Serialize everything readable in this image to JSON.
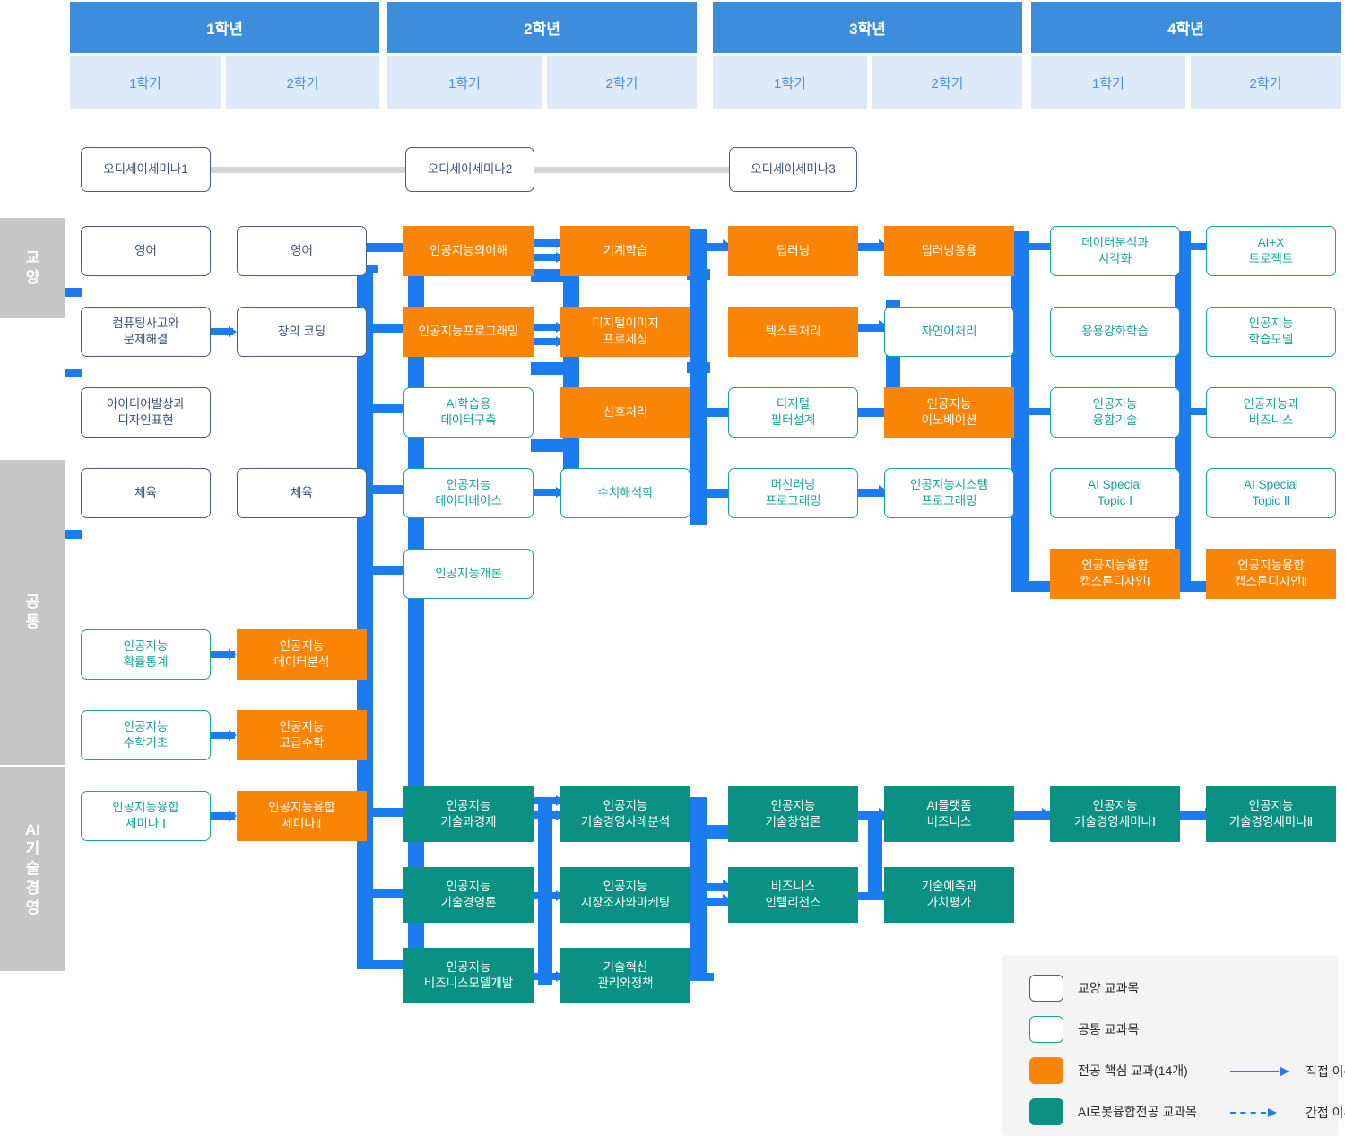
{
  "header": {
    "years": [
      {
        "label": "1학년",
        "semesters": [
          "1학기",
          "2학기"
        ]
      },
      {
        "label": "2학년",
        "semesters": [
          "1학기",
          "2학기"
        ]
      },
      {
        "label": "3학년",
        "semesters": [
          "1학기",
          "2학기"
        ]
      },
      {
        "label": "4학년",
        "semesters": [
          "1학기",
          "2학기"
        ]
      }
    ]
  },
  "categories": [
    {
      "id": "liberal",
      "label": "교양",
      "chars": [
        "교",
        "양"
      ]
    },
    {
      "id": "common",
      "label": "공통",
      "chars": [
        "공",
        "통"
      ]
    },
    {
      "id": "ai-mot",
      "label": "AI 기술경영",
      "chars": [
        "AI",
        "기",
        "술",
        "경",
        "영"
      ]
    }
  ],
  "seminars": [
    {
      "label": "오디세이세미나1"
    },
    {
      "label": "오디세이세미나2"
    },
    {
      "label": "오디세이세미나3"
    }
  ],
  "courses": {
    "y1s1": [
      {
        "label": "영어",
        "type": "gy"
      },
      {
        "label": "컴퓨팅사고와\n문제해결",
        "type": "gy"
      },
      {
        "label": "아이디어발상과\n디자인표현",
        "type": "gy"
      },
      {
        "label": "체육",
        "type": "gy"
      },
      {
        "label": "인공지능\n확률통계",
        "type": "gt"
      },
      {
        "label": "인공지능\n수학기초",
        "type": "gt"
      },
      {
        "label": "인공지능융합\n세미나 Ⅰ",
        "type": "gt"
      }
    ],
    "y1s2": [
      {
        "label": "영어",
        "type": "gy"
      },
      {
        "label": "창의 코딩",
        "type": "gy"
      },
      {
        "label": "체육",
        "type": "gy"
      },
      {
        "label": "인공지능\n데이터분석",
        "type": "or"
      },
      {
        "label": "인공지능\n고급수학",
        "type": "or"
      },
      {
        "label": "인공지능융합\n세미나Ⅱ",
        "type": "or"
      }
    ],
    "y2s1": [
      {
        "label": "인공지능의이해",
        "type": "or"
      },
      {
        "label": "인공지능프로그래밍",
        "type": "or"
      },
      {
        "label": "AI학습용\n데이터구축",
        "type": "gt"
      },
      {
        "label": "인공지능\n데이터베이스",
        "type": "gt"
      },
      {
        "label": "인공지능개론",
        "type": "gt"
      },
      {
        "label": "인공지능\n기술과경제",
        "type": "tl"
      },
      {
        "label": "인공지능\n기술경영론",
        "type": "tl"
      },
      {
        "label": "인공지능\n비즈니스모델개발",
        "type": "tl"
      }
    ],
    "y2s2": [
      {
        "label": "기계학습",
        "type": "or"
      },
      {
        "label": "디지털이미지\n프로세싱",
        "type": "or"
      },
      {
        "label": "신호처리",
        "type": "or"
      },
      {
        "label": "수치해석학",
        "type": "gt"
      },
      {
        "label": "인공지능\n기술경영사례분석",
        "type": "tl"
      },
      {
        "label": "인공지능\n시장조사와마케팅",
        "type": "tl"
      },
      {
        "label": "기술혁신\n관리와정책",
        "type": "tl"
      }
    ],
    "y3s1": [
      {
        "label": "딥러닝",
        "type": "or"
      },
      {
        "label": "텍스트처리",
        "type": "or"
      },
      {
        "label": "디지털\n필터설계",
        "type": "gt"
      },
      {
        "label": "머신러닝\n프로그래밍",
        "type": "gt"
      },
      {
        "label": "인공지능\n기술창업론",
        "type": "tl"
      },
      {
        "label": "비즈니스\n인텔리전스",
        "type": "tl"
      }
    ],
    "y3s2": [
      {
        "label": "딥러닝응용",
        "type": "or"
      },
      {
        "label": "자연어처리",
        "type": "gt"
      },
      {
        "label": "인공지능\n이노베이션",
        "type": "or"
      },
      {
        "label": "인공지능시스템\n프로그래밍",
        "type": "gt"
      },
      {
        "label": "AI플랫폼\n비즈니스",
        "type": "tl"
      },
      {
        "label": "기술예측과\n가치평가",
        "type": "tl"
      }
    ],
    "y4s1": [
      {
        "label": "데이터분석과\n시각화",
        "type": "gt"
      },
      {
        "label": "용용강화학습",
        "type": "gt"
      },
      {
        "label": "인공지능\n융합기술",
        "type": "gt"
      },
      {
        "label": "AI Special\nTopic Ⅰ",
        "type": "gt"
      },
      {
        "label": "인공지능융합\n캡스톤디자인Ⅰ",
        "type": "or"
      },
      {
        "label": "인공지능\n기술경영세미나Ⅰ",
        "type": "tl"
      }
    ],
    "y4s2": [
      {
        "label": "AI+X\n트로젝트",
        "type": "gt"
      },
      {
        "label": "인공지능\n학습모델",
        "type": "gt"
      },
      {
        "label": "인공지능과\n비즈니스",
        "type": "gt"
      },
      {
        "label": "AI Special\nTopic Ⅱ",
        "type": "gt"
      },
      {
        "label": "인공지능융합\n캡스톤디자인Ⅱ",
        "type": "or"
      },
      {
        "label": "인공지능\n기술경영세미나Ⅱ",
        "type": "tl"
      }
    ]
  },
  "legend": {
    "items": [
      {
        "swatch": "gy",
        "label": "교양 교과목"
      },
      {
        "swatch": "gt",
        "label": "공통 교과목"
      },
      {
        "swatch": "or",
        "label": "전공 핵심 교과(14개)"
      },
      {
        "swatch": "tl",
        "label": "AI로봇융합전공 교과목"
      }
    ],
    "arrows": [
      {
        "style": "solid",
        "label": "직접 이수"
      },
      {
        "style": "dashed",
        "label": "간접 이수"
      }
    ]
  },
  "colors": {
    "year_header": "#3d8ddd",
    "semester_header": "#ddeafa",
    "semester_text": "#4a92de",
    "category_bar": "#c6c6c6",
    "connector": "#1a7cf0",
    "seminar_connector": "#d4d4d4",
    "liberal_border": "#4a5f7d",
    "common_border": "#17a497",
    "major_core": "#f98406",
    "ai_robot": "#0b9182",
    "legend_bg": "#f4f4f4"
  }
}
